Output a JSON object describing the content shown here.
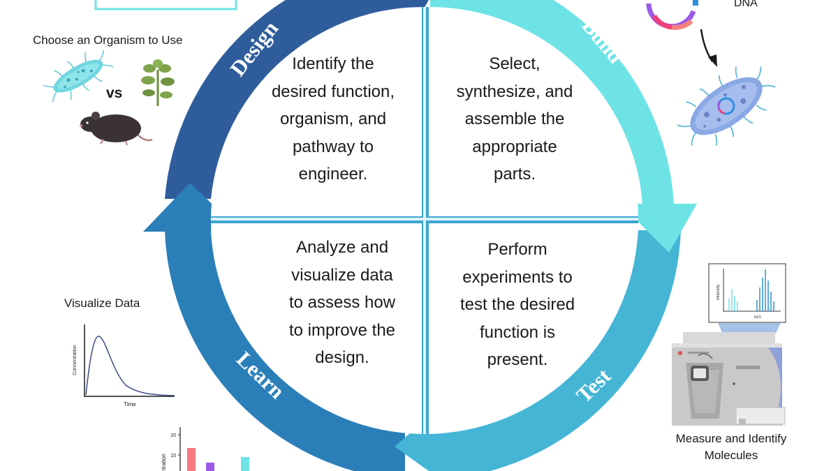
{
  "cycle": {
    "stages": [
      {
        "key": "design",
        "label": "Design",
        "description": [
          "Identify the",
          "desired function,",
          "organism, and",
          "pathway to",
          "engineer."
        ]
      },
      {
        "key": "build",
        "label": "Build",
        "description": [
          "Select,",
          "synthesize, and",
          "assemble the",
          "appropriate",
          "parts."
        ]
      },
      {
        "key": "test",
        "label": "Test",
        "description": [
          "Perform",
          "experiments to",
          "test the desired",
          "function is",
          "present."
        ]
      },
      {
        "key": "learn",
        "label": "Learn",
        "description": [
          "Analyze and",
          "visualize data",
          "to assess how",
          "to improve the",
          "design."
        ]
      }
    ]
  },
  "side_panels": {
    "organism": {
      "title": "Choose an Organism to Use",
      "versus": "vs"
    },
    "dna": {
      "label": "DNA"
    },
    "visualize": {
      "title": "Visualize Data",
      "ylabel": "Concentration",
      "xlabel": "Time",
      "bar_ylabel": "Concentration",
      "bar_ticks": [
        "20",
        "15"
      ]
    },
    "measure": {
      "title_line1": "Measure and Identify",
      "title_line2": "Molecules",
      "ms_ylabel": "Intensity",
      "ms_xlabel": "m/z"
    }
  },
  "colors": {
    "design": "#2f5d9c",
    "build": "#6ee3e6",
    "test": "#45b5d6",
    "learn": "#2b7fb8",
    "divider": "#3aa6d0"
  }
}
